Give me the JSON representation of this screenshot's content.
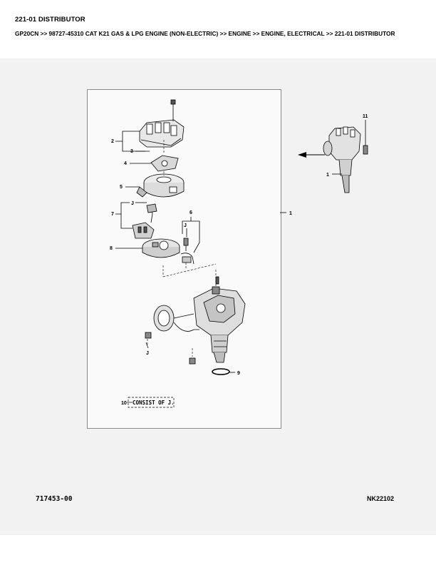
{
  "header": {
    "title": "221-01 DISTRIBUTOR",
    "breadcrumb": "GP20CN >> 98727-45310 CAT K21 GAS & LPG ENGINE (NON-ELECTRIC) >> ENGINE >> ENGINE, ELECTRICAL >> 221-01 DISTRIBUTOR"
  },
  "diagram": {
    "callouts": {
      "c1": "1",
      "c2": "2",
      "c3": "3",
      "c4": "4",
      "c5": "5",
      "c6": "6",
      "c7": "7",
      "c8": "8",
      "c9": "9",
      "c10": "10",
      "c11": "11",
      "j1": "J",
      "j2": "J",
      "j3": "J",
      "inset1": "1"
    },
    "note": "CONSIST OF J."
  },
  "footer": {
    "left_code": "717453-00",
    "right_code": "NK22102"
  }
}
